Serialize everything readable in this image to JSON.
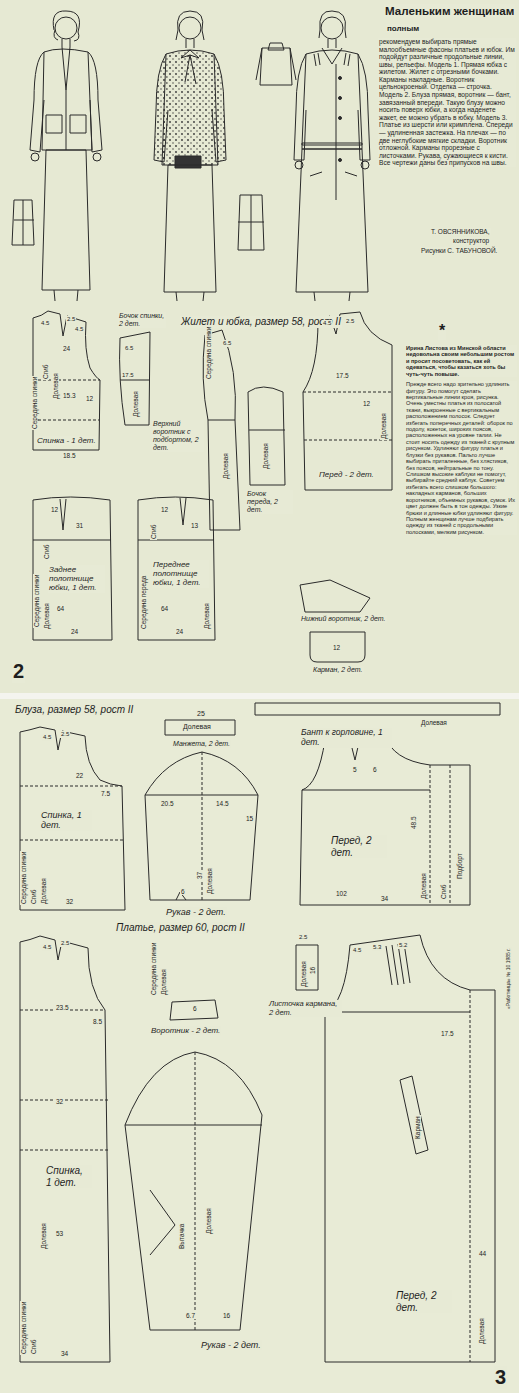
{
  "diagram": {
    "title": "Маленьким женщинам",
    "nodes": [
      {
        "text": [
          "Спинка - 1 дет."
        ]
      },
      {
        "text": [
          "Бочок спинки, 2 дет."
        ]
      },
      {
        "text": [
          "Верхний воротник с подбортом, 2 дет."
        ]
      },
      {
        "text": [
          "Бочок переда, 2 дет."
        ]
      },
      {
        "text": [
          "Перед - 2 дет."
        ]
      },
      {
        "text": [
          "Заднее полотнище юбки, 1 дет."
        ]
      },
      {
        "text": [
          "Переднее полотнище юбки, 1 дет."
        ]
      },
      {
        "text": [
          "Нижний воротник, 2 дет."
        ]
      },
      {
        "text": [
          "Карман, 2 дет."
        ]
      },
      {
        "text": [
          "Манжета, 2 дет."
        ]
      },
      {
        "text": [
          "Бант к горловине, 1 дет."
        ]
      },
      {
        "text": [
          "Спинка, 1 дет."
        ]
      },
      {
        "text": [
          "Рукав - 2 дет."
        ]
      },
      {
        "text": [
          "Перед, 2 дет."
        ]
      },
      {
        "text": [
          "Спинка, 1 дет."
        ]
      },
      {
        "text": [
          "Воротник - 2 дет."
        ]
      },
      {
        "text": [
          "Листочка кармана, 2 дет."
        ]
      },
      {
        "text": [
          "Рукав - 2 дет."
        ]
      },
      {
        "text": [
          "Перед, 2 дет."
        ]
      }
    ],
    "labels": [
      "полным",
      "рекомендуем выбирать прямые малообъемные фасоны платьев и юбок. Им подойдут различные продольные линии, швы, рельефы. Модель 1. Прямая юбка с жилетом. Жилет с отрезными бочками. Карманы накладные. Воротник цельнокроеный. Отделка — строчка. Модель 2. Блуза прямая, воротник — бант, завязанный впереди. Такую блузу можно носить поверх юбки, а когда наденете жакет, ее можно убрать в юбку. Модель 3. Платье из шерсти или кримплена. Спереди — удлиненная застежка. На плечах — по две неглубокие мягкие складки. Воротник отложной. Карманы прорезные с листочками. Рукава, сужающиеся к кисти. Все чертежи даны без припусков на швы.",
      "Т. ОВСЯННИКОВА,",
      "конструктор",
      "Рисунки С. ТАБУНОВОЙ.",
      "Жилет и юбка, размер 58, рост II",
      "*",
      "Ирина Листова из Минской области недовольна своим небольшим ростом и просит посоветовать, как ей одеваться, чтобы казаться хоть бы чуть-чуть повыше.",
      "Прежде всего надо зрительно удлинить фигуру. Это помогут сделать вертикальные линии кроя, рисунка. Очень уместны платья из полосатой ткани, выкроенные с вертикальным расположением полосок. Следует избегать поперечных деталей: оборок по подолу, кокеток, широких поясов, расположенных на уровне талии. Не стоит носить одежду из тканей с крупным рисунком. Удлиняют фигуру платья и блузки без рукавов. Пальто лучше выбирать приталенные, без хлястиков, без поясов, нейтральные по тону. Слишком высокие каблуки не помогут, выбирайте средний каблук. Советуем избегать всего слишком большого: накладных карманов, больших воротников, объемных рукавов, сумок. Их цвет должен быть в тон одежды. Узкие брюки и длинные юбки удлиняют фигуру. Полным женщинам лучше подбирать одежду из тканей с продольными полосками, мелким рисунком.",
      "2",
      "Середина спинки",
      "Сгиб",
      "Долевая",
      "4.5",
      "2.5",
      "4.5",
      "24",
      "12",
      "15.3",
      "18.5",
      "Долевая",
      "6.5",
      "17.5",
      "Середина спинки",
      "Долевая",
      "6.5",
      "Долевая",
      "Долевая",
      "17.5",
      "4.5",
      "2.5",
      "12",
      "Середина спинки",
      "Сгиб",
      "Долевая",
      "12",
      "31",
      "64",
      "24",
      "Середина переда",
      "Сгиб",
      "Долевая",
      "12",
      "13",
      "64",
      "24",
      "12",
      "Блуза, размер 58, рост II",
      "25",
      "Долевая",
      "Долевая",
      "Середина спинки",
      "Сгиб",
      "Долевая",
      "4.5",
      "2.5",
      "22",
      "7.5",
      "32",
      "20.5",
      "14.5",
      "15",
      "37",
      "Долевая",
      "6",
      "48.5",
      "Долевая",
      "Сгиб",
      "Подборт",
      "102",
      "34",
      "5",
      "6",
      "«Работница» № 10 1985 г.",
      "Платье, размер 60, рост II",
      "Середина спинки",
      "Сгиб",
      "Долевая",
      "4.5",
      "2.5",
      "23.5",
      "8.5",
      "32",
      "53",
      "34",
      "Середина спинки",
      "Долевая",
      "6",
      "2.5",
      "Долевая",
      "16",
      "Вытачка",
      "Долевая",
      "6.7",
      "16",
      "4.5",
      "5.3",
      "5.2",
      "17.5",
      "Карман",
      "44",
      "Долевая",
      "3"
    ]
  }
}
